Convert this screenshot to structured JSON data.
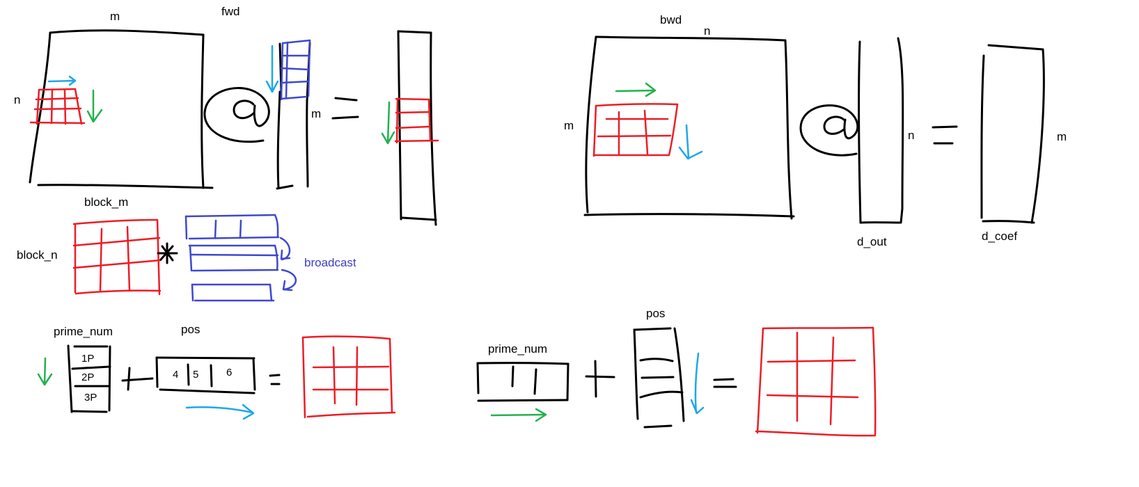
{
  "labels": {
    "fwd": "fwd",
    "bwd": "bwd",
    "m": "m",
    "n": "n",
    "block_m": "block_m",
    "block_n": "block_n",
    "broadcast": "broadcast",
    "prime_num": "prime_num",
    "pos": "pos",
    "d_out": "d_out",
    "d_coef": "d_coef"
  },
  "prime_column": [
    "1P",
    "2P",
    "3P"
  ],
  "pos_row": [
    "4",
    "5",
    "6"
  ],
  "colors": {
    "ink": "#000000",
    "red": "#ee1c24",
    "purple_blue": "#3f48cc",
    "cyan": "#1ea7e8",
    "green": "#22b14c"
  }
}
